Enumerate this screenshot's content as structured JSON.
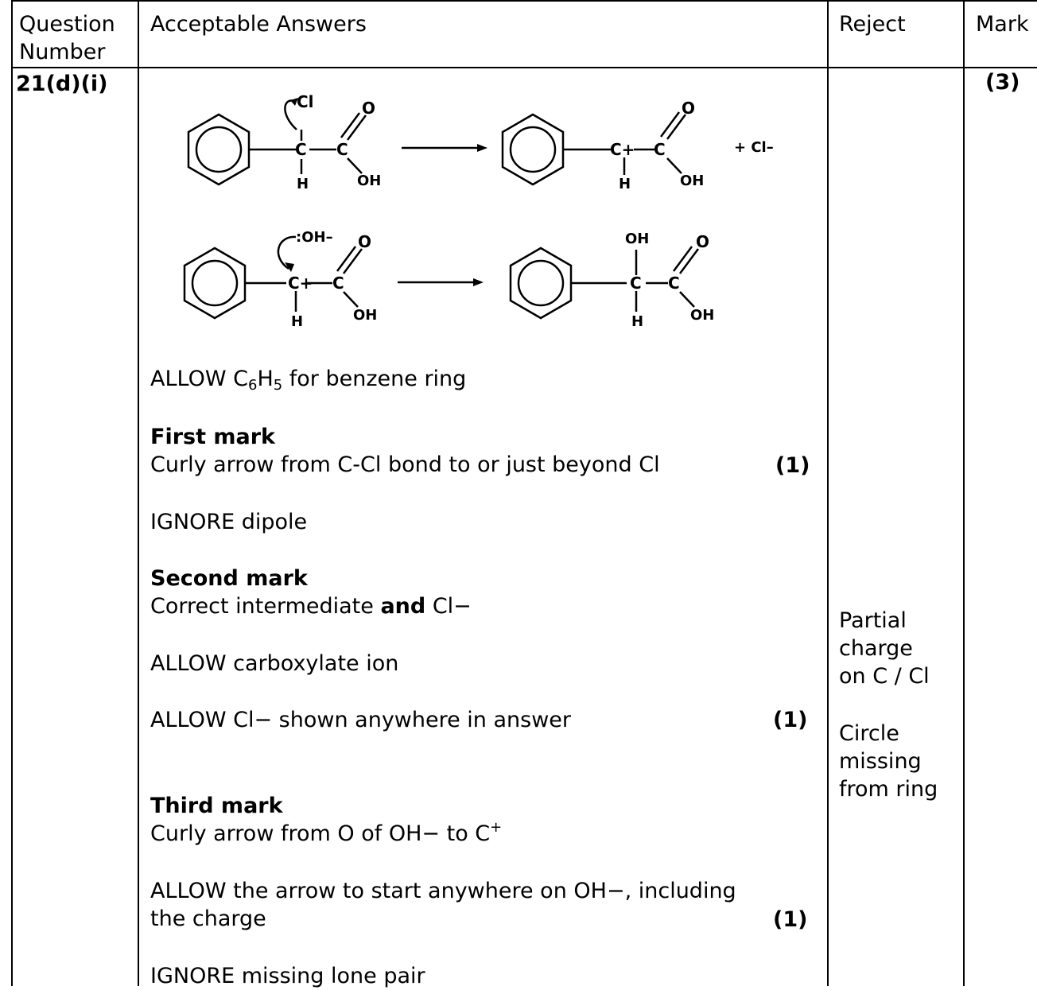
{
  "headers": {
    "question": "Question",
    "number": "Number",
    "answers": "Acceptable Answers",
    "reject": "Reject",
    "mark": "Mark"
  },
  "question_number": "21(d)(i)",
  "total_mark": "(3)",
  "mechanism": {
    "atom_c": "C",
    "atom_h": "H",
    "atom_o": "O",
    "group_oh": "OH",
    "atom_cl": "Cl",
    "carbocation": "C+",
    "chloride": "+ Cl–",
    "hydroxide": ":OH–"
  },
  "answers": {
    "allow_c6h5_pre": "ALLOW C",
    "allow_c6h5_sub1": "6",
    "allow_c6h5_mid": "H",
    "allow_c6h5_sub2": "5",
    "allow_c6h5_post": " for benzene ring",
    "first_heading": "First mark",
    "first_text": "Curly arrow from C-Cl bond to or just beyond Cl",
    "first_mark": "(1)",
    "ignore_dipole": "IGNORE dipole",
    "second_heading": "Second mark",
    "second_text_pre": "Correct intermediate ",
    "second_text_bold": "and",
    "second_text_post": " Cl−",
    "allow_carboxylate": "ALLOW carboxylate ion",
    "allow_cl_anywhere": "ALLOW Cl− shown anywhere in answer",
    "second_mark": "(1)",
    "third_heading": "Third mark",
    "third_text_pre": "Curly arrow from O of OH− to C",
    "third_text_sup": "+",
    "allow_arrow_line1": "ALLOW the arrow to start anywhere on OH−, including",
    "allow_arrow_line2": "the charge",
    "third_mark": "(1)",
    "ignore_lone_pair": "IGNORE missing lone pair"
  },
  "reject": {
    "partial_1": "Partial",
    "partial_2": "charge",
    "partial_3": "on C / Cl",
    "circle_1": "Circle",
    "circle_2": "missing",
    "circle_3": "from ring"
  }
}
